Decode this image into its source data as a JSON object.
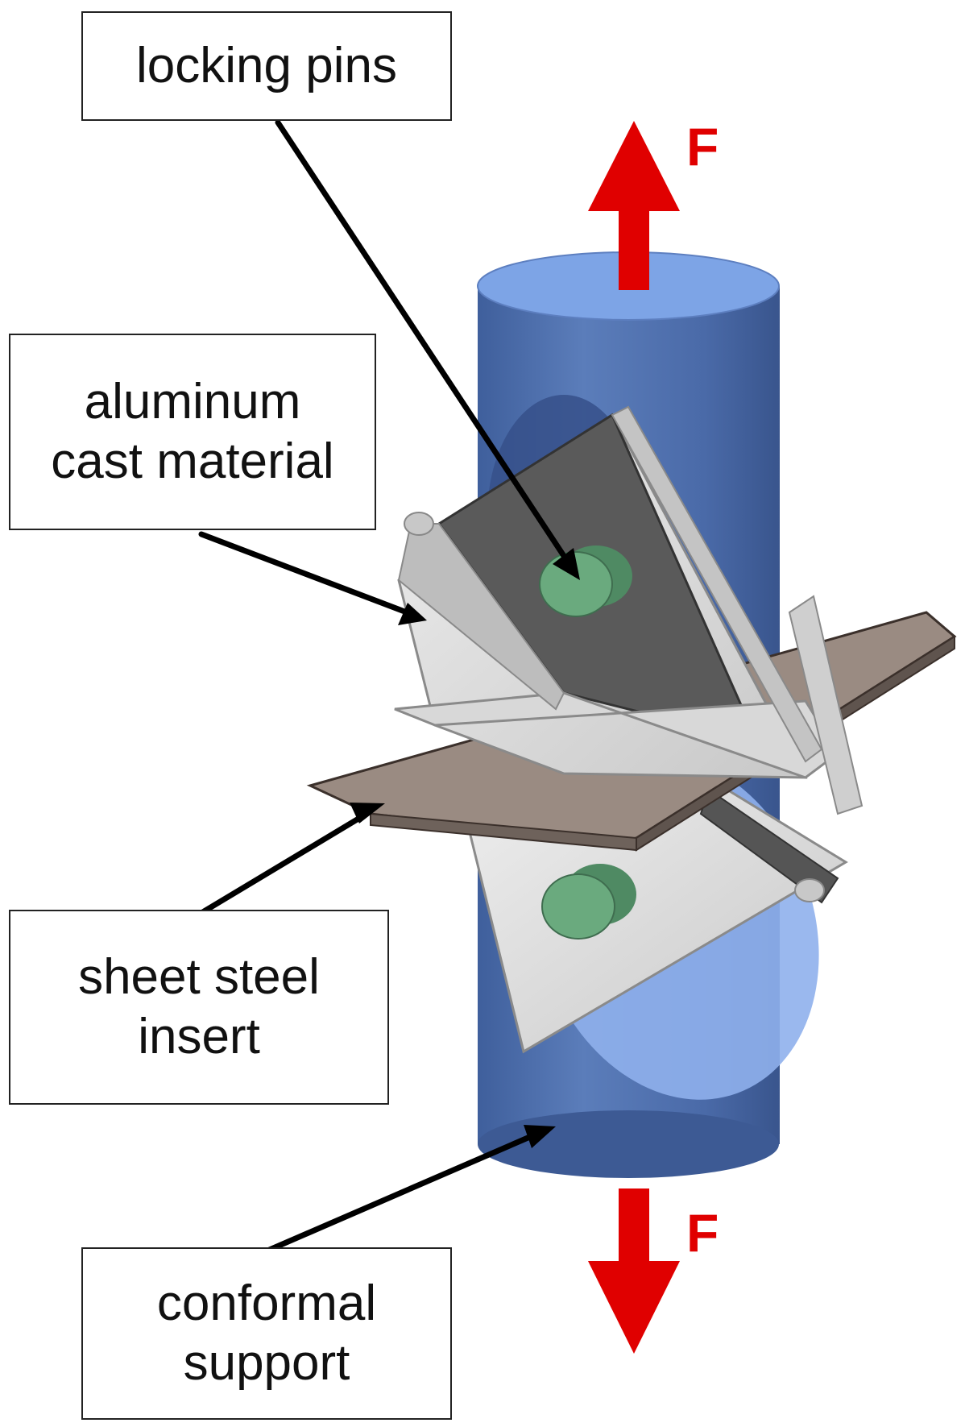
{
  "labels": {
    "locking_pins": "locking pins",
    "aluminum_line1": "aluminum",
    "aluminum_line2": "cast material",
    "sheet_line1": "sheet steel",
    "sheet_line2": "insert",
    "support_line1": "conformal",
    "support_line2": "support"
  },
  "force": {
    "top_label": "F",
    "bottom_label": "F"
  },
  "colors": {
    "cylinder": "#5a7ab8",
    "cylinder_top": "#7da4e6",
    "aluminum": "#d9d9d9",
    "sheet": "#9a8b82",
    "pin": "#6aaa7e",
    "force_arrow": "#e00000",
    "leader_line": "#000000"
  }
}
